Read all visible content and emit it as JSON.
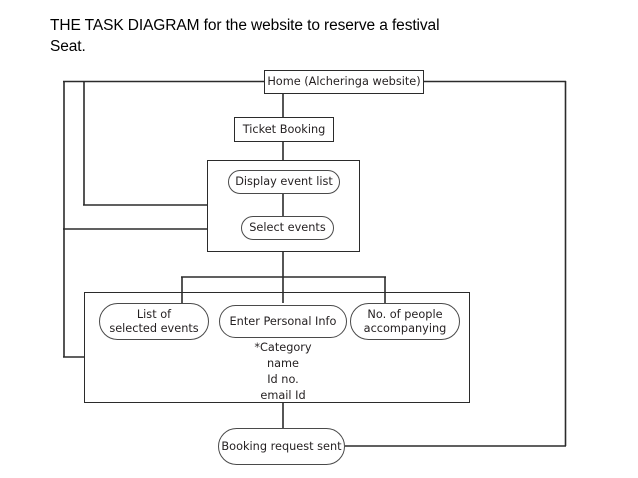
{
  "page": {
    "title_line1": "THE TASK DIAGRAM for the website to reserve a festival",
    "title_line2": "Seat.",
    "title_full": "THE TASK DIAGRAM for the website to reserve a festival Seat.",
    "background_color": "#ffffff",
    "line_color": "#2b2b2b",
    "text_color": "#231f20"
  },
  "diagram": {
    "type": "flowchart",
    "nodes": [
      {
        "id": "home",
        "label": "Home (Alcheringa website)",
        "shape": "rectangle"
      },
      {
        "id": "ticket",
        "label": "Ticket Booking",
        "shape": "rectangle"
      },
      {
        "id": "display",
        "label": "Display event list",
        "shape": "rounded"
      },
      {
        "id": "select",
        "label": "Select events",
        "shape": "rounded"
      },
      {
        "id": "list",
        "label": "List of selected events",
        "shape": "rounded",
        "line1": "List of",
        "line2": "selected events"
      },
      {
        "id": "personal",
        "label": "Enter Personal Info",
        "shape": "rounded"
      },
      {
        "id": "people",
        "label": "No. of people accompanying",
        "shape": "rounded",
        "line1": "No. of people",
        "line2": "accompanying"
      },
      {
        "id": "booking",
        "label": "Booking request sent",
        "shape": "rounded"
      }
    ],
    "groups": [
      {
        "id": "group-events",
        "label": ""
      },
      {
        "id": "group-details",
        "label": ""
      }
    ],
    "detail_fields": [
      "*Category",
      "name",
      "Id no.",
      "email Id"
    ]
  }
}
